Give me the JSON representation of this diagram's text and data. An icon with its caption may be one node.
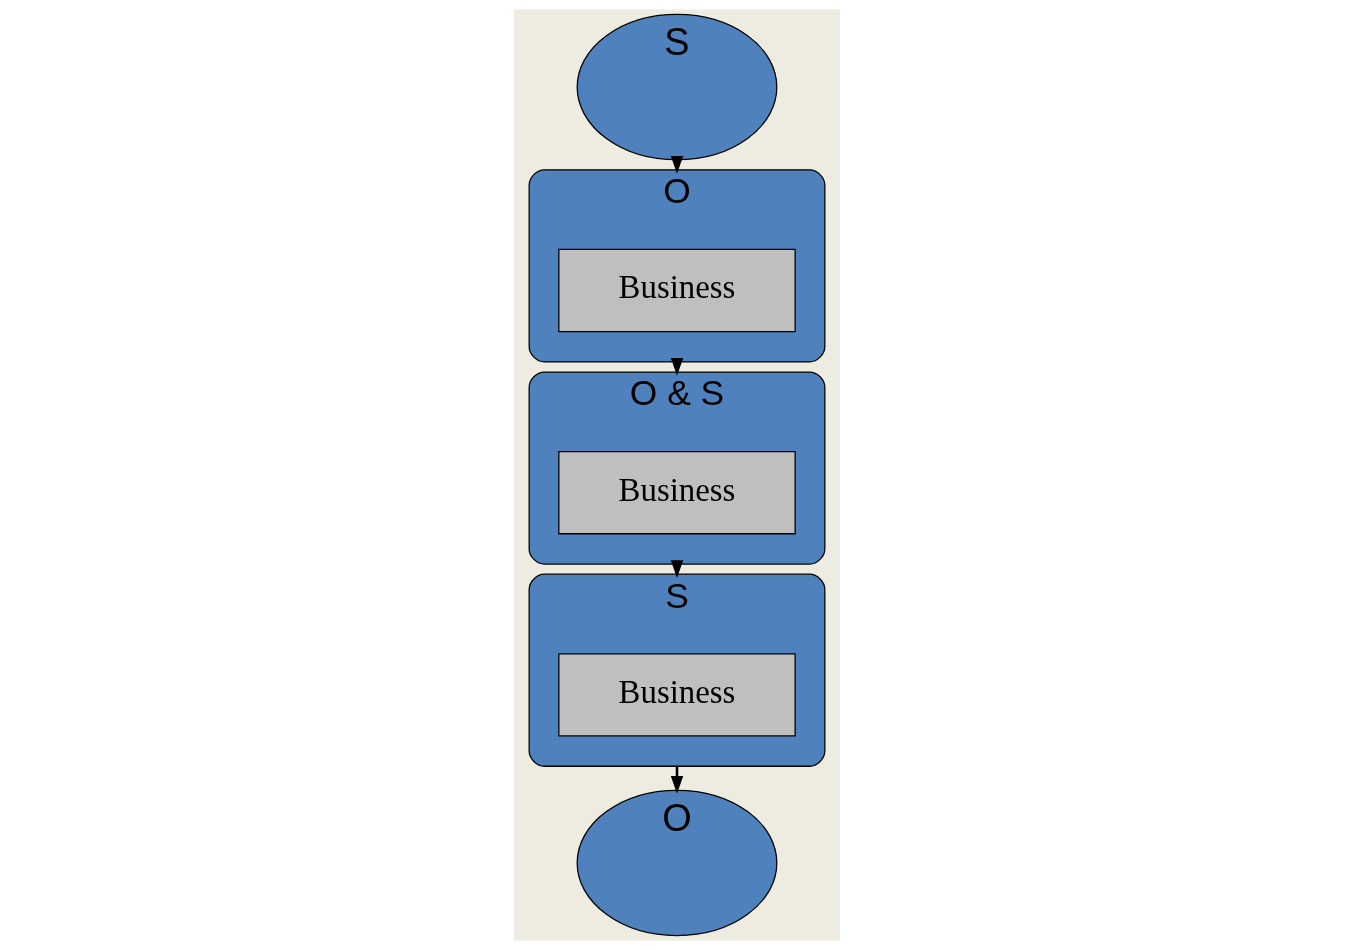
{
  "diagram": {
    "nodes": [
      {
        "text": [
          "O"
        ]
      },
      {
        "text": [
          "Business"
        ],
        "in": 0
      },
      {
        "text": [
          "S"
        ]
      },
      {
        "text": [
          "O & S"
        ]
      },
      {
        "text": [
          "Business"
        ],
        "in": 3
      },
      {
        "text": [
          "S"
        ]
      },
      {
        "text": [
          "Business"
        ],
        "in": 5
      },
      {
        "text": [
          "O"
        ]
      }
    ],
    "edges": [
      {
        "from": 2,
        "to": 0,
        "arrow": "to"
      },
      {
        "from": 0,
        "to": 3,
        "arrow": "to"
      },
      {
        "from": 3,
        "to": 5,
        "arrow": "to"
      },
      {
        "from": 5,
        "to": 7,
        "arrow": "to"
      }
    ]
  }
}
